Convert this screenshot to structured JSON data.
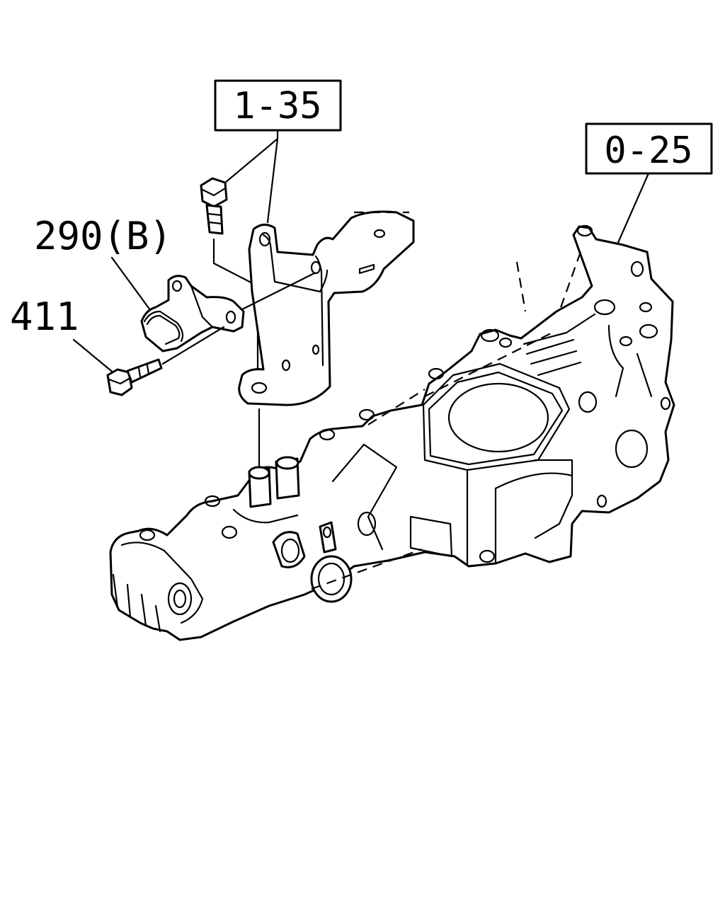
{
  "references": {
    "box_1": "1-35",
    "box_2": "0-25"
  },
  "callouts": {
    "sensor": "290(B)",
    "bolt": "411"
  }
}
